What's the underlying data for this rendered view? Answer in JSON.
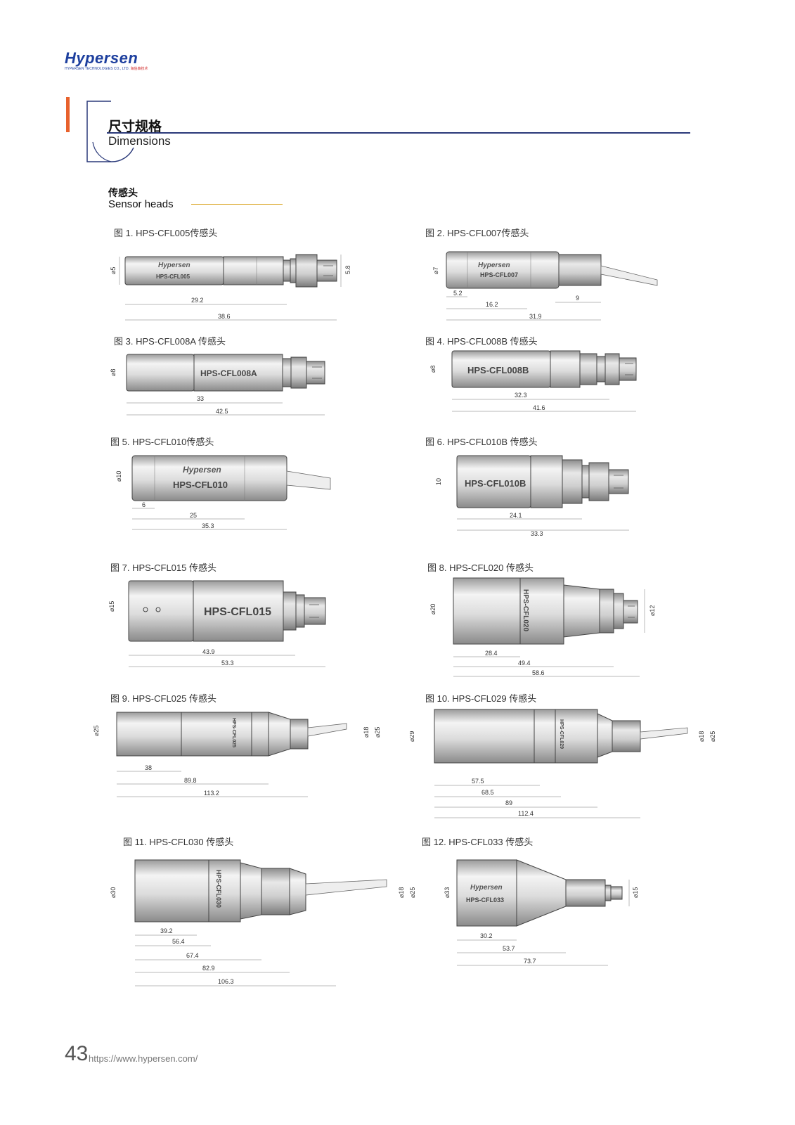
{
  "header": {
    "logo": "Hypersen",
    "logo_sub_en": "HYPERSEN TECHNOLOGIES CO., LTD.",
    "logo_sub_cn": "海伯森技术"
  },
  "section": {
    "title_cn": "尺寸规格",
    "title_en": "Dimensions"
  },
  "subsection": {
    "title_cn": "传感头",
    "title_en": "Sensor heads"
  },
  "figures": [
    {
      "caption": "图 1. HPS-CFL005传感头",
      "label": "HPS-CFL005",
      "logo": "Hypersen",
      "dims": [
        "⌀5",
        "5.8",
        "29.2",
        "38.6"
      ]
    },
    {
      "caption": "图 2. HPS-CFL007传感头",
      "label": "HPS-CFL007",
      "logo": "Hypersen",
      "dims": [
        "⌀7",
        "5.2",
        "16.2",
        "9",
        "31.9"
      ]
    },
    {
      "caption": "图 3. HPS-CFL008A 传感头",
      "label": "HPS-CFL008A",
      "dims": [
        "⌀8",
        "33",
        "42.5"
      ]
    },
    {
      "caption": "图 4. HPS-CFL008B 传感头",
      "label": "HPS-CFL008B",
      "dims": [
        "⌀8",
        "32.3",
        "41.6"
      ]
    },
    {
      "caption": "图 5. HPS-CFL010传感头",
      "label": "HPS-CFL010",
      "logo": "Hypersen",
      "dims": [
        "⌀10",
        "6",
        "25",
        "35.3"
      ]
    },
    {
      "caption": "图 6. HPS-CFL010B 传感头",
      "label": "HPS-CFL010B",
      "dims": [
        "10",
        "24.1",
        "33.3"
      ]
    },
    {
      "caption": "图 7. HPS-CFL015 传感头",
      "label": "HPS-CFL015",
      "dims": [
        "⌀15",
        "43.9",
        "53.3"
      ]
    },
    {
      "caption": "图 8. HPS-CFL020 传感头",
      "label": "HPS-CFL020",
      "dims": [
        "⌀20",
        "⌀12",
        "28.4",
        "49.4",
        "58.6"
      ]
    },
    {
      "caption": "图 9. HPS-CFL025 传感头",
      "label": "HPS-CFL025",
      "dims": [
        "⌀25",
        "⌀18",
        "⌀25",
        "38",
        "89.8",
        "113.2"
      ]
    },
    {
      "caption": "图 10. HPS-CFL029 传感头",
      "label": "HPS-CFL029",
      "dims": [
        "⌀29",
        "⌀18",
        "⌀25",
        "57.5",
        "68.5",
        "89",
        "112.4"
      ]
    },
    {
      "caption": "图 11. HPS-CFL030 传感头",
      "label": "HPS-CFL030",
      "dims": [
        "⌀30",
        "⌀18",
        "⌀25",
        "39.2",
        "56.4",
        "67.4",
        "82.9",
        "106.3"
      ]
    },
    {
      "caption": "图 12. HPS-CFL033 传感头",
      "label": "HPS-CFL033",
      "logo": "Hypersen",
      "dims": [
        "⌀33",
        "⌀15",
        "30.2",
        "53.7",
        "73.7"
      ]
    }
  ],
  "footer": {
    "page_number": "43",
    "url": "https://www.hypersen.com/"
  },
  "colors": {
    "accent_orange": "#e8612c",
    "rule_navy": "#2b3a7a",
    "rule_gold": "#d9a21b",
    "brand_blue": "#1d3f9e"
  }
}
